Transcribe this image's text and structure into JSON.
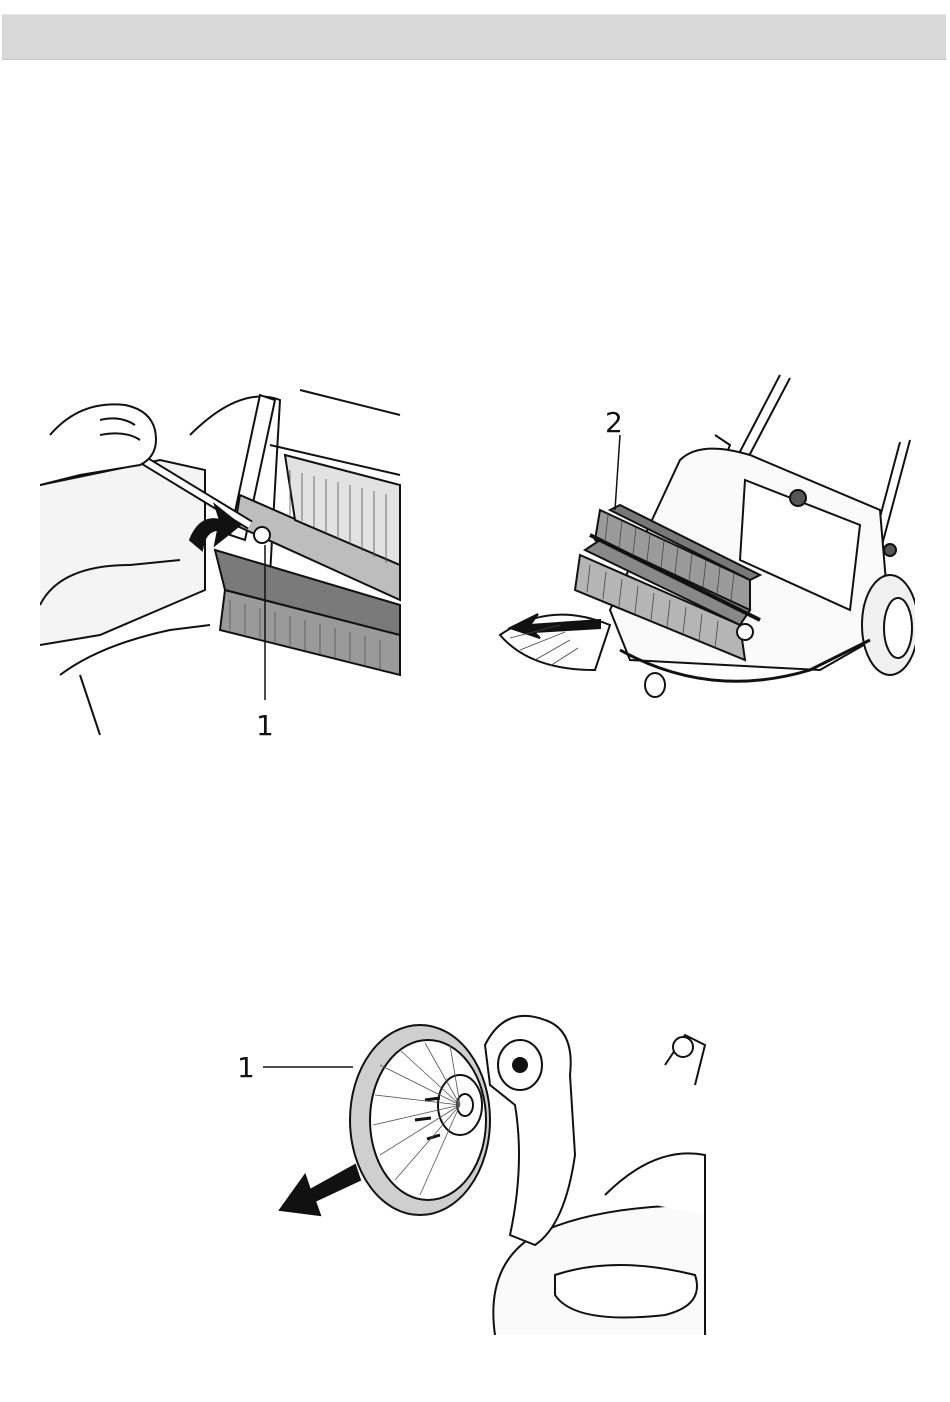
{
  "header": {
    "title": ""
  },
  "figures": {
    "fig1": {
      "callout": "1",
      "icon": "brush-removal-illustration"
    },
    "fig2": {
      "callout": "2",
      "icon": "main-brush-illustration"
    },
    "fig3": {
      "callout": "1",
      "icon": "side-brush-illustration"
    }
  },
  "colors": {
    "ink": "#111111",
    "header": "#d8d8d8",
    "paper": "#ffffff"
  }
}
